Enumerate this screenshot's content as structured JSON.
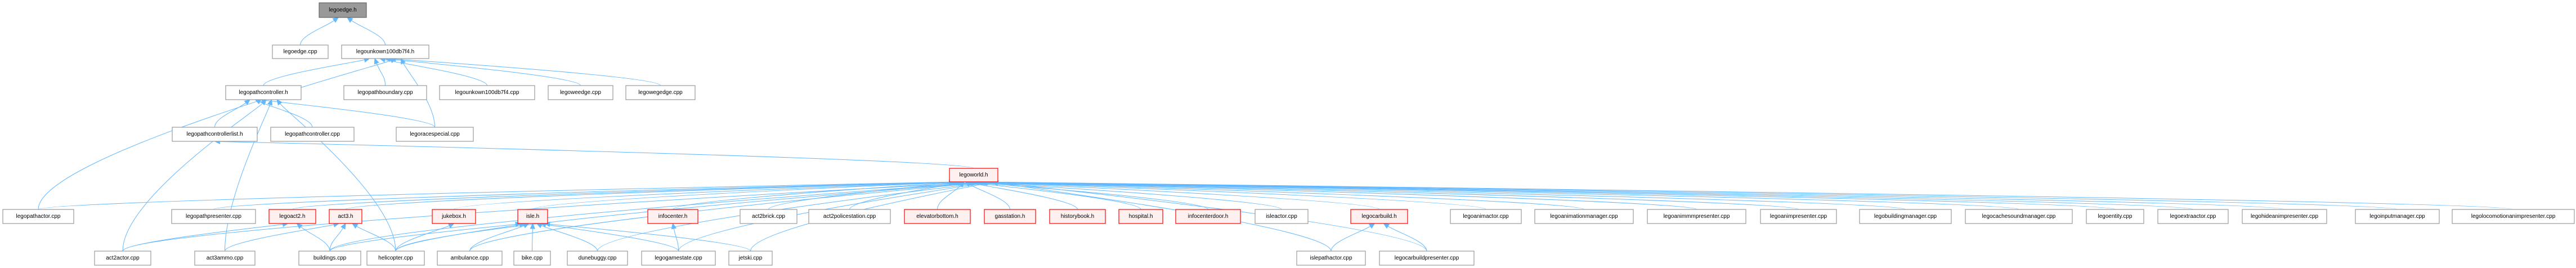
{
  "title": "legoedge.h include dependency graph",
  "colors": {
    "edge": "#63b8ff",
    "root_fill": "#999999",
    "normal_border": "#999999",
    "truncated_border": "#ff0000",
    "truncated_fill": "#fff0f0"
  },
  "nodes": [
    {
      "id": "legoedge_h",
      "label": "legoedge.h",
      "kind": "root"
    },
    {
      "id": "legoedge_cpp",
      "label": "legoedge.cpp",
      "kind": "normal"
    },
    {
      "id": "legounkown_h",
      "label": "legounkown100db7f4.h",
      "kind": "normal"
    },
    {
      "id": "legopathcontroller_h",
      "label": "legopathcontroller.h",
      "kind": "normal"
    },
    {
      "id": "legopathboundary_cpp",
      "label": "legopathboundary.cpp",
      "kind": "normal"
    },
    {
      "id": "legounkown_cpp",
      "label": "legounkown100db7f4.cpp",
      "kind": "normal"
    },
    {
      "id": "legoweedge_cpp",
      "label": "legoweedge.cpp",
      "kind": "normal"
    },
    {
      "id": "legowegedge_cpp",
      "label": "legowegedge.cpp",
      "kind": "normal"
    },
    {
      "id": "legopathcontrollerlist_h",
      "label": "legopathcontrollerlist.h",
      "kind": "normal"
    },
    {
      "id": "legopathcontroller_cpp",
      "label": "legopathcontroller.cpp",
      "kind": "normal"
    },
    {
      "id": "legoracespecial_cpp",
      "label": "legoracespecial.cpp",
      "kind": "normal"
    },
    {
      "id": "legoworld_h",
      "label": "legoworld.h",
      "kind": "truncated"
    },
    {
      "id": "legopathactor_cpp",
      "label": "legopathactor.cpp",
      "kind": "normal"
    },
    {
      "id": "legopathpresenter_cpp",
      "label": "legopathpresenter.cpp",
      "kind": "normal"
    },
    {
      "id": "legoact2_h",
      "label": "legoact2.h",
      "kind": "truncated"
    },
    {
      "id": "act3_h",
      "label": "act3.h",
      "kind": "truncated"
    },
    {
      "id": "jukebox_h",
      "label": "jukebox.h",
      "kind": "truncated"
    },
    {
      "id": "isle_h",
      "label": "isle.h",
      "kind": "truncated"
    },
    {
      "id": "infocenter_h",
      "label": "infocenter.h",
      "kind": "truncated"
    },
    {
      "id": "act2brick_cpp",
      "label": "act2brick.cpp",
      "kind": "normal"
    },
    {
      "id": "act2policestation_cpp",
      "label": "act2policestation.cpp",
      "kind": "normal"
    },
    {
      "id": "elevatorbottom_h",
      "label": "elevatorbottom.h",
      "kind": "truncated"
    },
    {
      "id": "gasstation_h",
      "label": "gasstation.h",
      "kind": "truncated"
    },
    {
      "id": "historybook_h",
      "label": "historybook.h",
      "kind": "truncated"
    },
    {
      "id": "hospital_h",
      "label": "hospital.h",
      "kind": "truncated"
    },
    {
      "id": "infocenterdoor_h",
      "label": "infocenterdoor.h",
      "kind": "truncated"
    },
    {
      "id": "isleactor_cpp",
      "label": "isleactor.cpp",
      "kind": "normal"
    },
    {
      "id": "legocarbuild_h",
      "label": "legocarbuild.h",
      "kind": "truncated"
    },
    {
      "id": "legoanimactor_cpp",
      "label": "legoanimactor.cpp",
      "kind": "normal"
    },
    {
      "id": "legoanimationmanager_cpp",
      "label": "legoanimationmanager.cpp",
      "kind": "normal"
    },
    {
      "id": "legoanimmmpresenter_cpp",
      "label": "legoanimmmpresenter.cpp",
      "kind": "normal"
    },
    {
      "id": "legoanimpresenter_cpp",
      "label": "legoanimpresenter.cpp",
      "kind": "normal"
    },
    {
      "id": "legobuildingmanager_cpp",
      "label": "legobuildingmanager.cpp",
      "kind": "normal"
    },
    {
      "id": "legocachesoundmanager_cpp",
      "label": "legocachesoundmanager.cpp",
      "kind": "normal"
    },
    {
      "id": "legoentity_cpp",
      "label": "legoentity.cpp",
      "kind": "normal"
    },
    {
      "id": "legoextraactor_cpp",
      "label": "legoextraactor.cpp",
      "kind": "normal"
    },
    {
      "id": "legohideanimpresenter_cpp",
      "label": "legohideanimpresenter.cpp",
      "kind": "normal"
    },
    {
      "id": "legoinputmanager_cpp",
      "label": "legoinputmanager.cpp",
      "kind": "normal"
    },
    {
      "id": "legolocomotionanimpresenter_cpp",
      "label": "legolocomotionanimpresenter.cpp",
      "kind": "normal"
    },
    {
      "id": "act2actor_cpp",
      "label": "act2actor.cpp",
      "kind": "normal"
    },
    {
      "id": "act3ammo_cpp",
      "label": "act3ammo.cpp",
      "kind": "normal"
    },
    {
      "id": "buildings_cpp",
      "label": "buildings.cpp",
      "kind": "normal"
    },
    {
      "id": "helicopter_cpp",
      "label": "helicopter.cpp",
      "kind": "normal"
    },
    {
      "id": "ambulance_cpp",
      "label": "ambulance.cpp",
      "kind": "normal"
    },
    {
      "id": "bike_cpp",
      "label": "bike.cpp",
      "kind": "normal"
    },
    {
      "id": "dunebuggy_cpp",
      "label": "dunebuggy.cpp",
      "kind": "normal"
    },
    {
      "id": "legogamestate_cpp",
      "label": "legogamestate.cpp",
      "kind": "normal"
    },
    {
      "id": "jetski_cpp",
      "label": "jetski.cpp",
      "kind": "normal"
    },
    {
      "id": "islepathactor_cpp",
      "label": "islepathactor.cpp",
      "kind": "normal"
    },
    {
      "id": "legocarbuildpresenter_cpp",
      "label": "legocarbuildpresenter.cpp",
      "kind": "normal"
    }
  ],
  "edges": [
    [
      "legoedge_cpp",
      "legoedge_h"
    ],
    [
      "legounkown_h",
      "legoedge_h"
    ],
    [
      "legopathcontroller_h",
      "legounkown_h"
    ],
    [
      "legopathboundary_cpp",
      "legounkown_h"
    ],
    [
      "legounkown_cpp",
      "legounkown_h"
    ],
    [
      "legoweedge_cpp",
      "legounkown_h"
    ],
    [
      "legowegedge_cpp",
      "legounkown_h"
    ],
    [
      "legopathactor_cpp",
      "legounkown_h"
    ],
    [
      "legoracespecial_cpp",
      "legounkown_h"
    ],
    [
      "legopathcontrollerlist_h",
      "legopathcontroller_h"
    ],
    [
      "legopathcontroller_cpp",
      "legopathcontroller_h"
    ],
    [
      "legoracespecial_cpp",
      "legopathcontroller_h"
    ],
    [
      "act2actor_cpp",
      "legopathcontroller_h"
    ],
    [
      "act3ammo_cpp",
      "legopathcontroller_h"
    ],
    [
      "helicopter_cpp",
      "legopathcontroller_h"
    ],
    [
      "legoworld_h",
      "legopathcontrollerlist_h"
    ],
    [
      "legopathactor_cpp",
      "legoworld_h"
    ],
    [
      "legopathpresenter_cpp",
      "legoworld_h"
    ],
    [
      "legoact2_h",
      "legoworld_h"
    ],
    [
      "act3_h",
      "legoworld_h"
    ],
    [
      "jukebox_h",
      "legoworld_h"
    ],
    [
      "isle_h",
      "legoworld_h"
    ],
    [
      "infocenter_h",
      "legoworld_h"
    ],
    [
      "act2brick_cpp",
      "legoworld_h"
    ],
    [
      "act2policestation_cpp",
      "legoworld_h"
    ],
    [
      "elevatorbottom_h",
      "legoworld_h"
    ],
    [
      "gasstation_h",
      "legoworld_h"
    ],
    [
      "historybook_h",
      "legoworld_h"
    ],
    [
      "hospital_h",
      "legoworld_h"
    ],
    [
      "infocenterdoor_h",
      "legoworld_h"
    ],
    [
      "isleactor_cpp",
      "legoworld_h"
    ],
    [
      "legocarbuild_h",
      "legoworld_h"
    ],
    [
      "legoanimactor_cpp",
      "legoworld_h"
    ],
    [
      "legoanimationmanager_cpp",
      "legoworld_h"
    ],
    [
      "legoanimmmpresenter_cpp",
      "legoworld_h"
    ],
    [
      "legoanimpresenter_cpp",
      "legoworld_h"
    ],
    [
      "legobuildingmanager_cpp",
      "legoworld_h"
    ],
    [
      "legocachesoundmanager_cpp",
      "legoworld_h"
    ],
    [
      "legoentity_cpp",
      "legoworld_h"
    ],
    [
      "legoextraactor_cpp",
      "legoworld_h"
    ],
    [
      "legohideanimpresenter_cpp",
      "legoworld_h"
    ],
    [
      "legoinputmanager_cpp",
      "legoworld_h"
    ],
    [
      "legolocomotionanimpresenter_cpp",
      "legoworld_h"
    ],
    [
      "act2actor_cpp",
      "legoworld_h"
    ],
    [
      "buildings_cpp",
      "legoworld_h"
    ],
    [
      "helicopter_cpp",
      "legoworld_h"
    ],
    [
      "ambulance_cpp",
      "legoworld_h"
    ],
    [
      "dunebuggy_cpp",
      "legoworld_h"
    ],
    [
      "legogamestate_cpp",
      "legoworld_h"
    ],
    [
      "jetski_cpp",
      "legoworld_h"
    ],
    [
      "islepathactor_cpp",
      "legoworld_h"
    ],
    [
      "legocarbuildpresenter_cpp",
      "legoworld_h"
    ],
    [
      "act2actor_cpp",
      "legoact2_h"
    ],
    [
      "buildings_cpp",
      "legoact2_h"
    ],
    [
      "act3ammo_cpp",
      "act3_h"
    ],
    [
      "buildings_cpp",
      "act3_h"
    ],
    [
      "helicopter_cpp",
      "act3_h"
    ],
    [
      "helicopter_cpp",
      "jukebox_h"
    ],
    [
      "buildings_cpp",
      "isle_h"
    ],
    [
      "helicopter_cpp",
      "isle_h"
    ],
    [
      "ambulance_cpp",
      "isle_h"
    ],
    [
      "bike_cpp",
      "isle_h"
    ],
    [
      "dunebuggy_cpp",
      "isle_h"
    ],
    [
      "legogamestate_cpp",
      "isle_h"
    ],
    [
      "jetski_cpp",
      "isle_h"
    ],
    [
      "legogamestate_cpp",
      "infocenter_h"
    ],
    [
      "islepathactor_cpp",
      "legocarbuild_h"
    ],
    [
      "legocarbuildpresenter_cpp",
      "legocarbuild_h"
    ]
  ]
}
